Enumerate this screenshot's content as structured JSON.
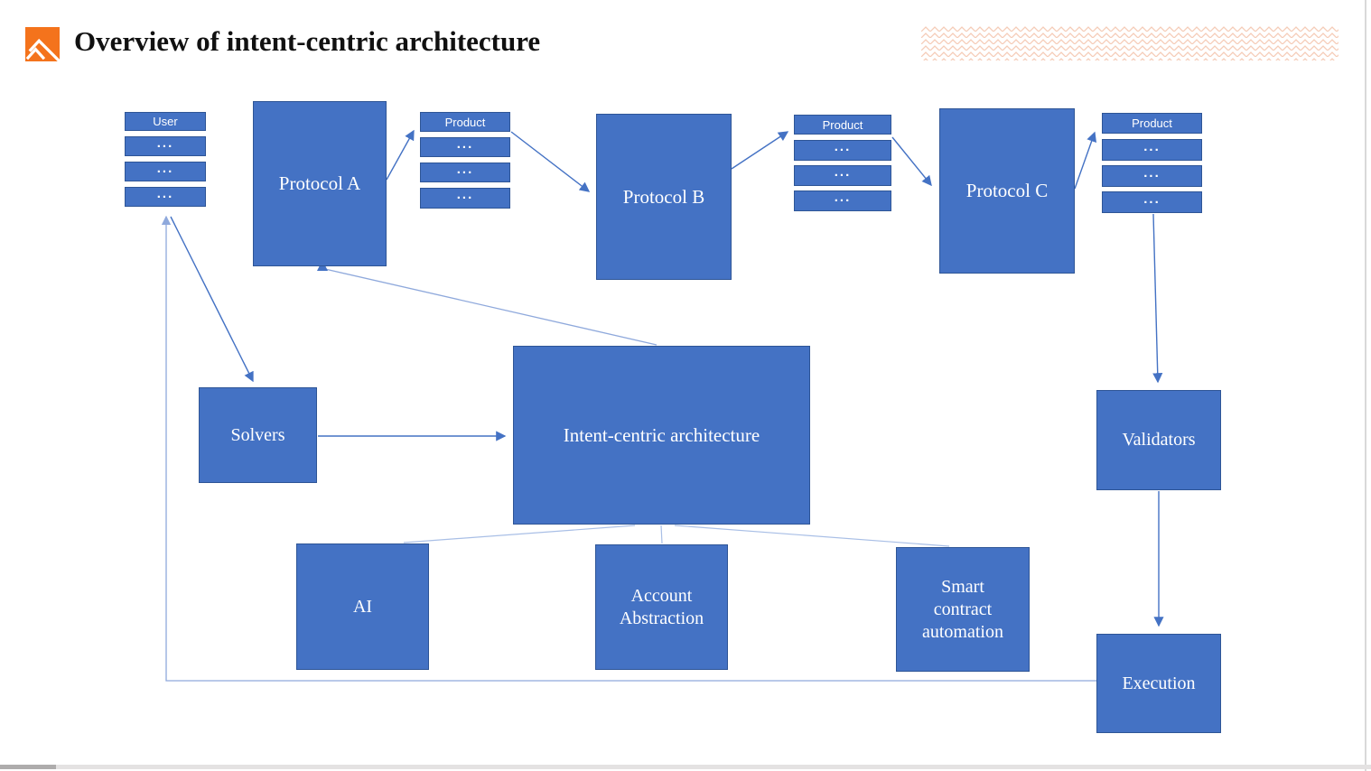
{
  "header": {
    "title": "Overview of intent-centric architecture",
    "logo_icon": "mountain-logo",
    "logo_color": "#F4731C",
    "pattern_color": "#F1BA9E"
  },
  "diagram": {
    "stacks": {
      "user": {
        "header": "User",
        "rows": [
          "...",
          "...",
          "..."
        ]
      },
      "product1": {
        "header": "Product",
        "rows": [
          "...",
          "...",
          "..."
        ]
      },
      "product2": {
        "header": "Product",
        "rows": [
          "...",
          "...",
          "..."
        ]
      },
      "product3": {
        "header": "Product",
        "rows": [
          "...",
          "...",
          "..."
        ]
      }
    },
    "nodes": {
      "protocol_a": {
        "label": "Protocol A"
      },
      "protocol_b": {
        "label": "Protocol B"
      },
      "protocol_c": {
        "label": "Protocol C"
      },
      "solvers": {
        "label": "Solvers"
      },
      "intent": {
        "label": "Intent-centric architecture"
      },
      "validators": {
        "label": "Validators"
      },
      "ai": {
        "label": "AI"
      },
      "account_abstraction": {
        "label": "Account Abstraction"
      },
      "smart_contract": {
        "label": "Smart contract automation"
      },
      "execution": {
        "label": "Execution"
      }
    },
    "colors": {
      "node_fill": "#4472C4",
      "node_border": "#2E5596",
      "arrow": "#4472C4",
      "arrow_light": "#8FA9DC",
      "fan_line": "#A9BFE6"
    }
  }
}
